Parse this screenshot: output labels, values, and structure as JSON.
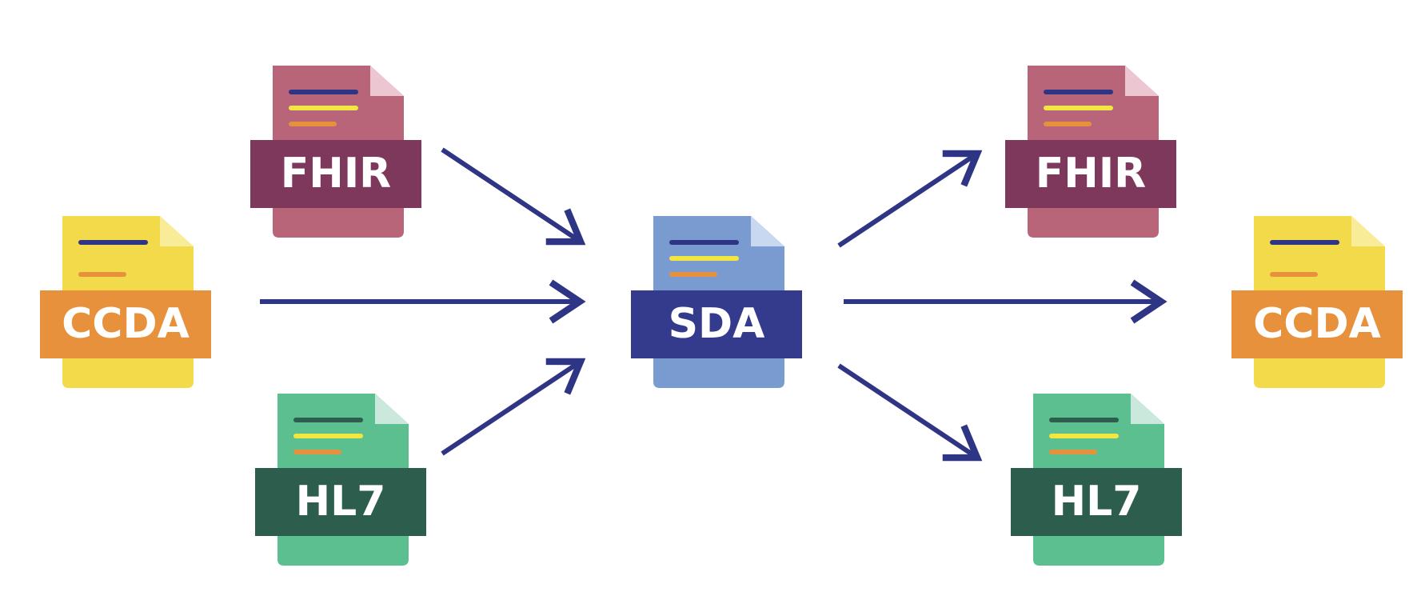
{
  "sources": [
    {
      "label": "FHIR",
      "colors": {
        "page": "#b8657a",
        "fold": "#ecc7d2",
        "band": "#7e385c",
        "line1": "#2f3585",
        "line2": "#f2e640",
        "line3": "#e7913d"
      }
    },
    {
      "label": "CCDA",
      "colors": {
        "page": "#f3da4a",
        "fold": "#f8ec98",
        "band": "#e8913d",
        "line1": "#2f3585",
        "line2": null,
        "line3": "#e7913d"
      }
    },
    {
      "label": "HL7",
      "colors": {
        "page": "#5cbf90",
        "fold": "#cbe8dc",
        "band": "#2d5d4c",
        "line1": "#2d5d4c",
        "line2": "#f2e640",
        "line3": "#e7913d"
      }
    }
  ],
  "hub": {
    "label": "SDA",
    "colors": {
      "page": "#7a9bcf",
      "fold": "#c8d8f0",
      "band": "#353b8c",
      "line1": "#2f3585",
      "line2": "#f2e640",
      "line3": "#e7913d"
    }
  },
  "targets": [
    {
      "label": "FHIR",
      "colors": {
        "page": "#b8657a",
        "fold": "#ecc7d2",
        "band": "#7e385c",
        "line1": "#2f3585",
        "line2": "#f2e640",
        "line3": "#e7913d"
      }
    },
    {
      "label": "CCDA",
      "colors": {
        "page": "#f3da4a",
        "fold": "#f8ec98",
        "band": "#e8913d",
        "line1": "#2f3585",
        "line2": null,
        "line3": "#e7913d"
      }
    },
    {
      "label": "HL7",
      "colors": {
        "page": "#5cbf90",
        "fold": "#cbe8dc",
        "band": "#2d5d4c",
        "line1": "#2d5d4c",
        "line2": "#f2e640",
        "line3": "#e7913d"
      }
    }
  ],
  "arrow_color": "#2f3585"
}
